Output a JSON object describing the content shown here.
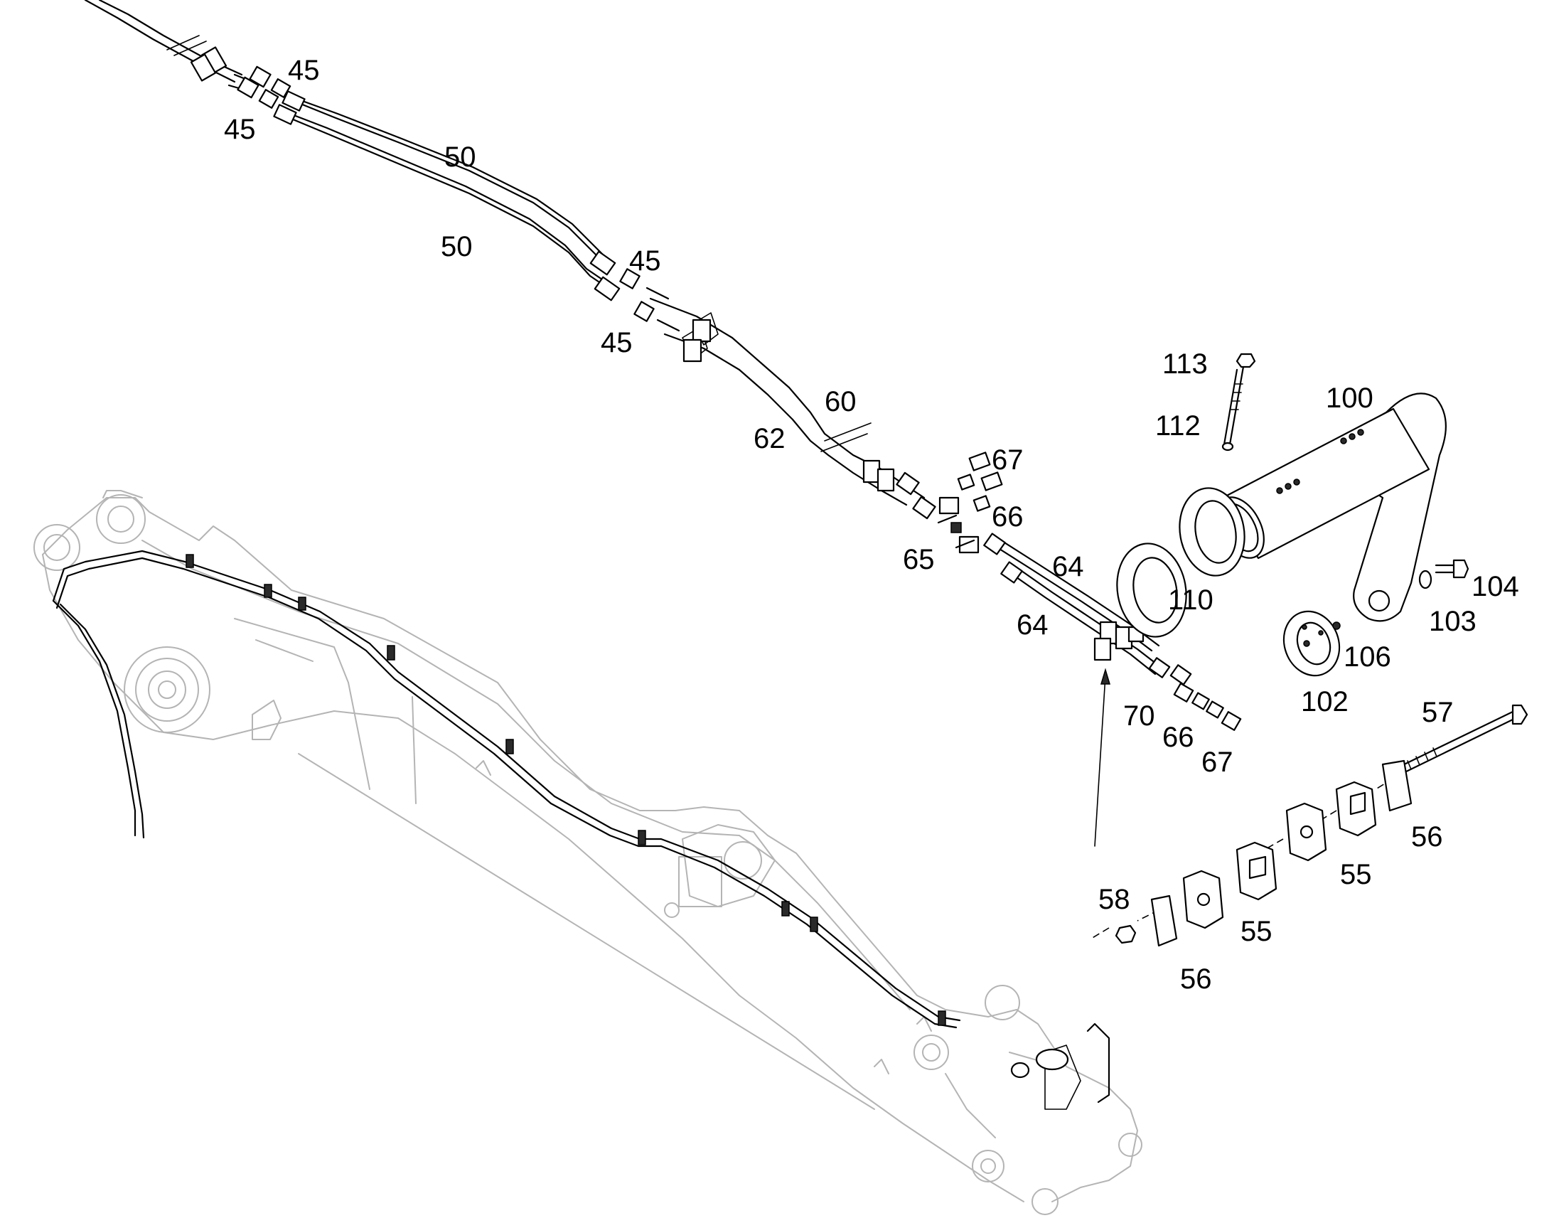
{
  "callouts": [
    {
      "id": "c45a",
      "text": "45"
    },
    {
      "id": "c45b",
      "text": "45"
    },
    {
      "id": "c50a",
      "text": "50"
    },
    {
      "id": "c50b",
      "text": "50"
    },
    {
      "id": "c45c",
      "text": "45"
    },
    {
      "id": "c45d",
      "text": "45"
    },
    {
      "id": "c60",
      "text": "60"
    },
    {
      "id": "c62",
      "text": "62"
    },
    {
      "id": "c67a",
      "text": "67"
    },
    {
      "id": "c66a",
      "text": "66"
    },
    {
      "id": "c65",
      "text": "65"
    },
    {
      "id": "c64a",
      "text": "64"
    },
    {
      "id": "c64b",
      "text": "64"
    },
    {
      "id": "c70",
      "text": "70"
    },
    {
      "id": "c66b",
      "text": "66"
    },
    {
      "id": "c67b",
      "text": "67"
    },
    {
      "id": "c113",
      "text": "113"
    },
    {
      "id": "c112",
      "text": "112"
    },
    {
      "id": "c100",
      "text": "100"
    },
    {
      "id": "c110",
      "text": "110"
    },
    {
      "id": "c104",
      "text": "104"
    },
    {
      "id": "c103",
      "text": "103"
    },
    {
      "id": "c106",
      "text": "106"
    },
    {
      "id": "c102",
      "text": "102"
    },
    {
      "id": "c57",
      "text": "57"
    },
    {
      "id": "c56a",
      "text": "56"
    },
    {
      "id": "c55a",
      "text": "55"
    },
    {
      "id": "c58",
      "text": "58"
    },
    {
      "id": "c55b",
      "text": "55"
    },
    {
      "id": "c56b",
      "text": "56"
    }
  ]
}
